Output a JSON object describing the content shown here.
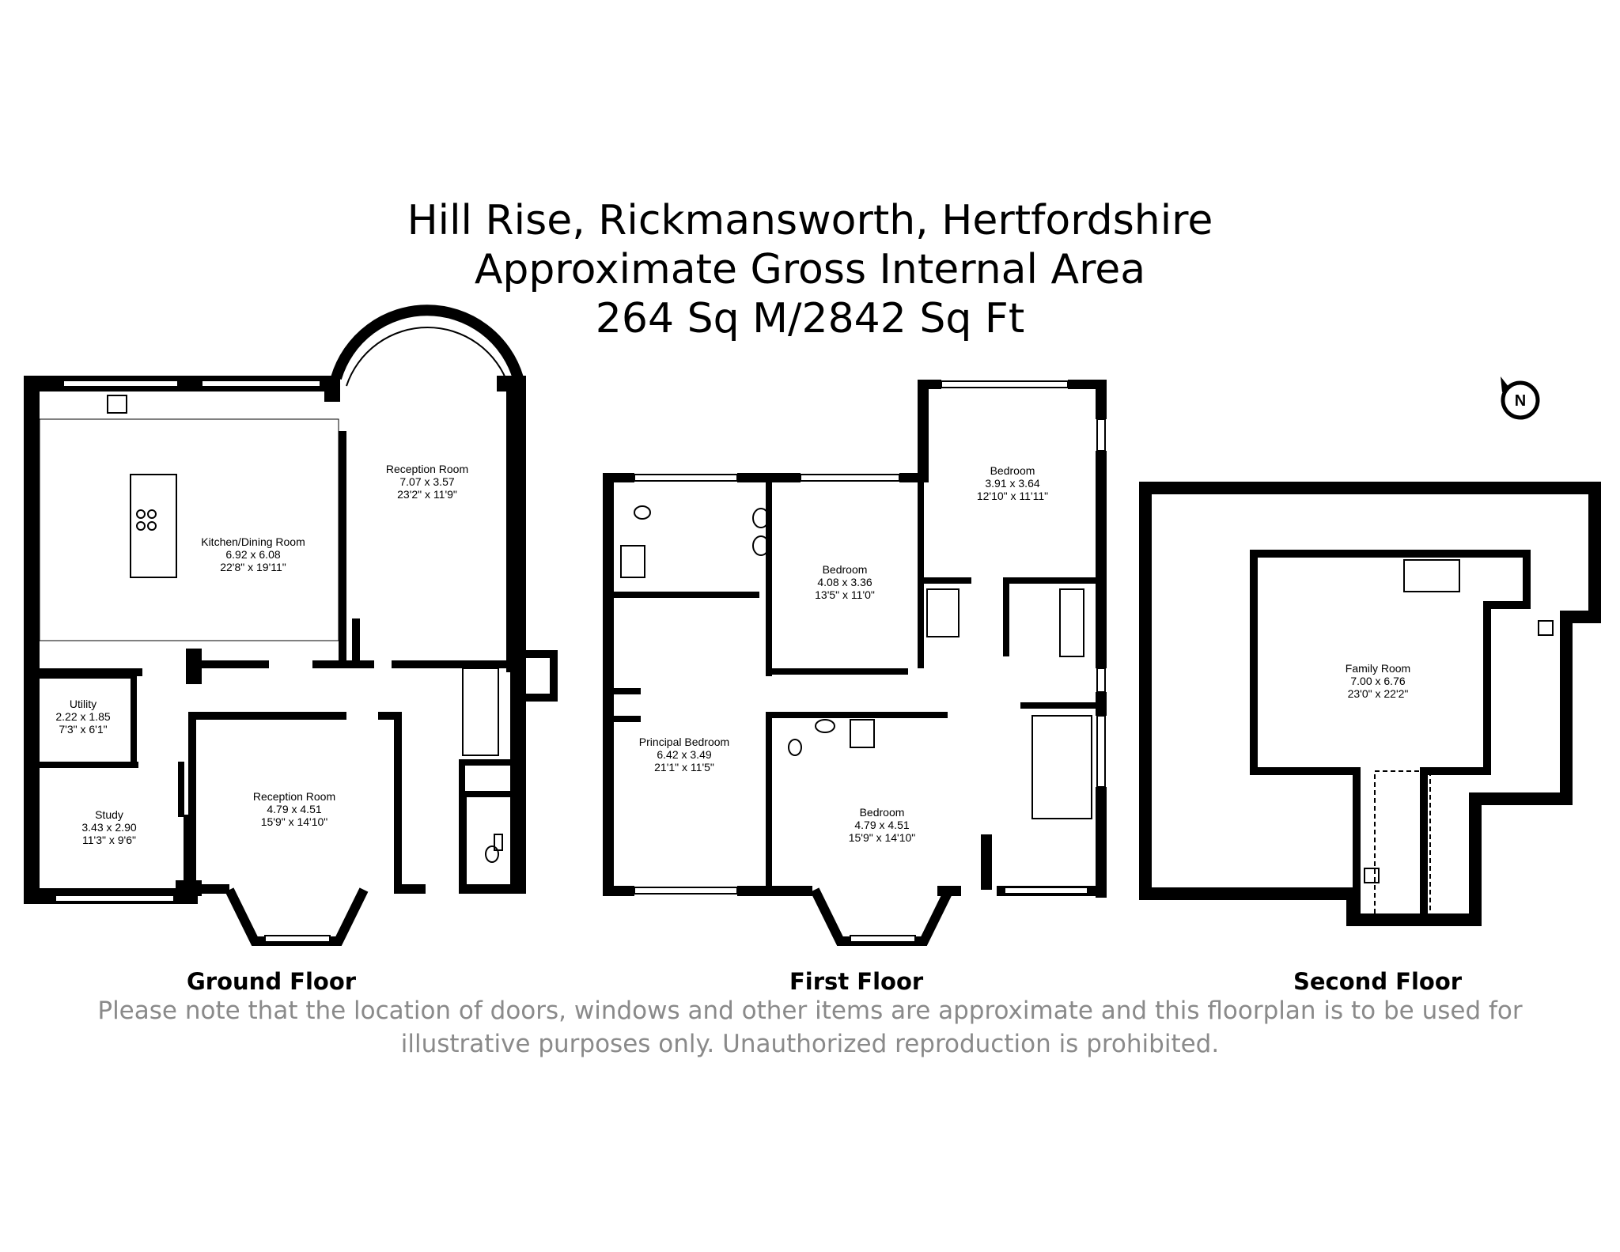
{
  "header": {
    "address": "Hill Rise, Rickmansworth, Hertfordshire",
    "area_caption": "Approximate Gross Internal Area",
    "area_value": "264 Sq M/2842 Sq Ft"
  },
  "compass": {
    "label": "N"
  },
  "floors": {
    "ground": {
      "label": "Ground Floor",
      "rooms": {
        "kitchen": {
          "name": "Kitchen/Dining Room",
          "metric": "6.92 x 6.08",
          "imperial": "22'8\" x 19'11\""
        },
        "reception_rear": {
          "name": "Reception Room",
          "metric": "7.07 x 3.57",
          "imperial": "23'2\" x 11'9\""
        },
        "utility": {
          "name": "Utility",
          "metric": "2.22 x 1.85",
          "imperial": "7'3\" x 6'1\""
        },
        "study": {
          "name": "Study",
          "metric": "3.43 x 2.90",
          "imperial": "11'3\" x 9'6\""
        },
        "reception_front": {
          "name": "Reception Room",
          "metric": "4.79 x 4.51",
          "imperial": "15'9\" x 14'10\""
        }
      }
    },
    "first": {
      "label": "First Floor",
      "rooms": {
        "bedroom_rear_right": {
          "name": "Bedroom",
          "metric": "3.91 x 3.64",
          "imperial": "12'10\" x 11'11\""
        },
        "bedroom_rear_mid": {
          "name": "Bedroom",
          "metric": "4.08 x 3.36",
          "imperial": "13'5\" x 11'0\""
        },
        "principal": {
          "name": "Principal Bedroom",
          "metric": "6.42 x 3.49",
          "imperial": "21'1\" x 11'5\""
        },
        "bedroom_front": {
          "name": "Bedroom",
          "metric": "4.79 x 4.51",
          "imperial": "15'9\" x 14'10\""
        }
      }
    },
    "second": {
      "label": "Second Floor",
      "rooms": {
        "family": {
          "name": "Family Room",
          "metric": "7.00 x 6.76",
          "imperial": "23'0\" x 22'2\""
        }
      }
    }
  },
  "disclaimer": "Please note that the location of doors, windows and other items are approximate and this floorplan is to be used for illustrative purposes only. Unauthorized reproduction is prohibited."
}
